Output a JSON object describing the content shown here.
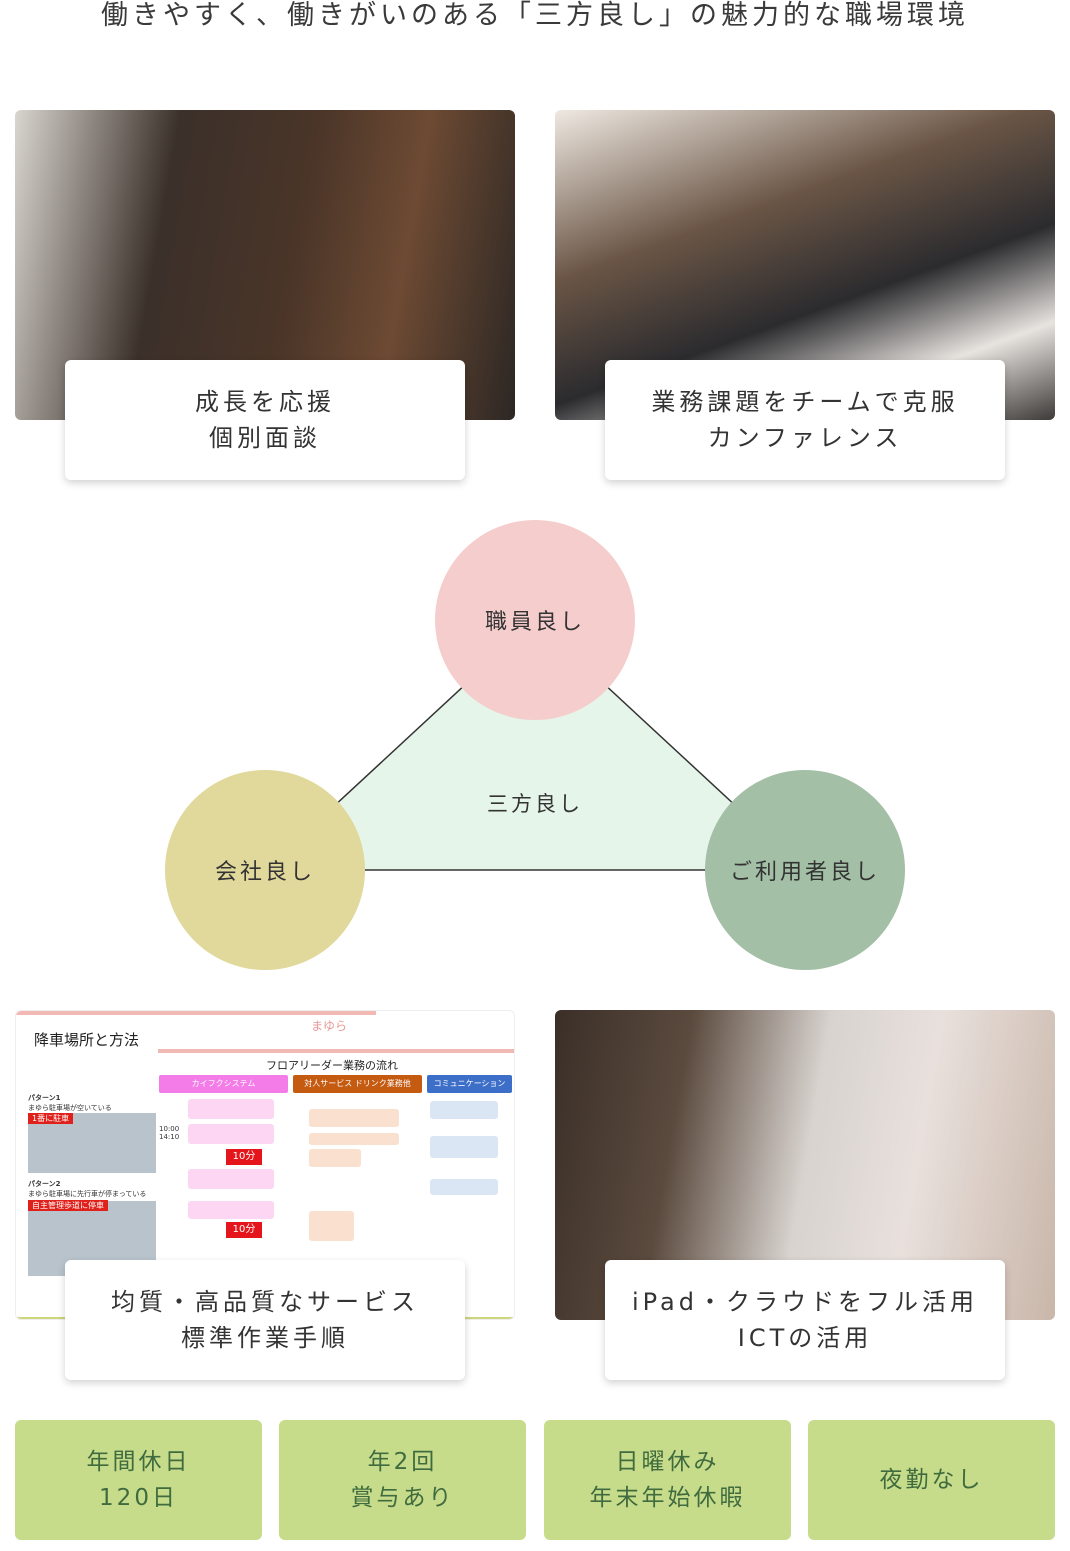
{
  "title": "働きやすく、働きがいのある「三方良し」の魅力的な職場環境",
  "cards": [
    {
      "caption_line1": "成長を応援",
      "caption_line2": "個別面談"
    },
    {
      "caption_line1": "業務課題をチームで克服",
      "caption_line2": "カンファレンス"
    },
    {
      "caption_line1": "均質・高品質なサービス",
      "caption_line2": "標準作業手順"
    },
    {
      "caption_line1": "iPad・クラウドをフル活用",
      "caption_line2": "ICTの活用"
    }
  ],
  "manual": {
    "title": "降車場所と方法",
    "logo": "まゆら",
    "flow_title": "フロアリーダー業務の流れ",
    "tabs": [
      "カイフクシステム",
      "対人サービス ドリンク業務他",
      "コミュニケーション"
    ],
    "pattern1": "パターン1",
    "pattern1_desc": "まゆら駐車場が空いている",
    "pattern1_tag": "1番に駐車",
    "pattern2": "パターン2",
    "pattern2_desc": "まゆら駐車場に先行車が停まっている",
    "pattern2_tag": "自主管理歩道に停車",
    "times": "10:00 14:10",
    "duration": "10分"
  },
  "diagram": {
    "top": "職員良し",
    "left": "会社良し",
    "right": "ご利用者良し",
    "center": "三方良し",
    "colors": {
      "top": "#f5cdcc",
      "left": "#e1d89c",
      "right": "#a3bfa6",
      "triangle": "#e6f5ea"
    }
  },
  "perks": [
    {
      "line1": "年間休日",
      "line2": "120日"
    },
    {
      "line1": "年2回",
      "line2": "賞与あり"
    },
    {
      "line1": "日曜休み",
      "line2": "年末年始休暇"
    },
    {
      "line1": "夜勤なし",
      "line2": ""
    }
  ]
}
